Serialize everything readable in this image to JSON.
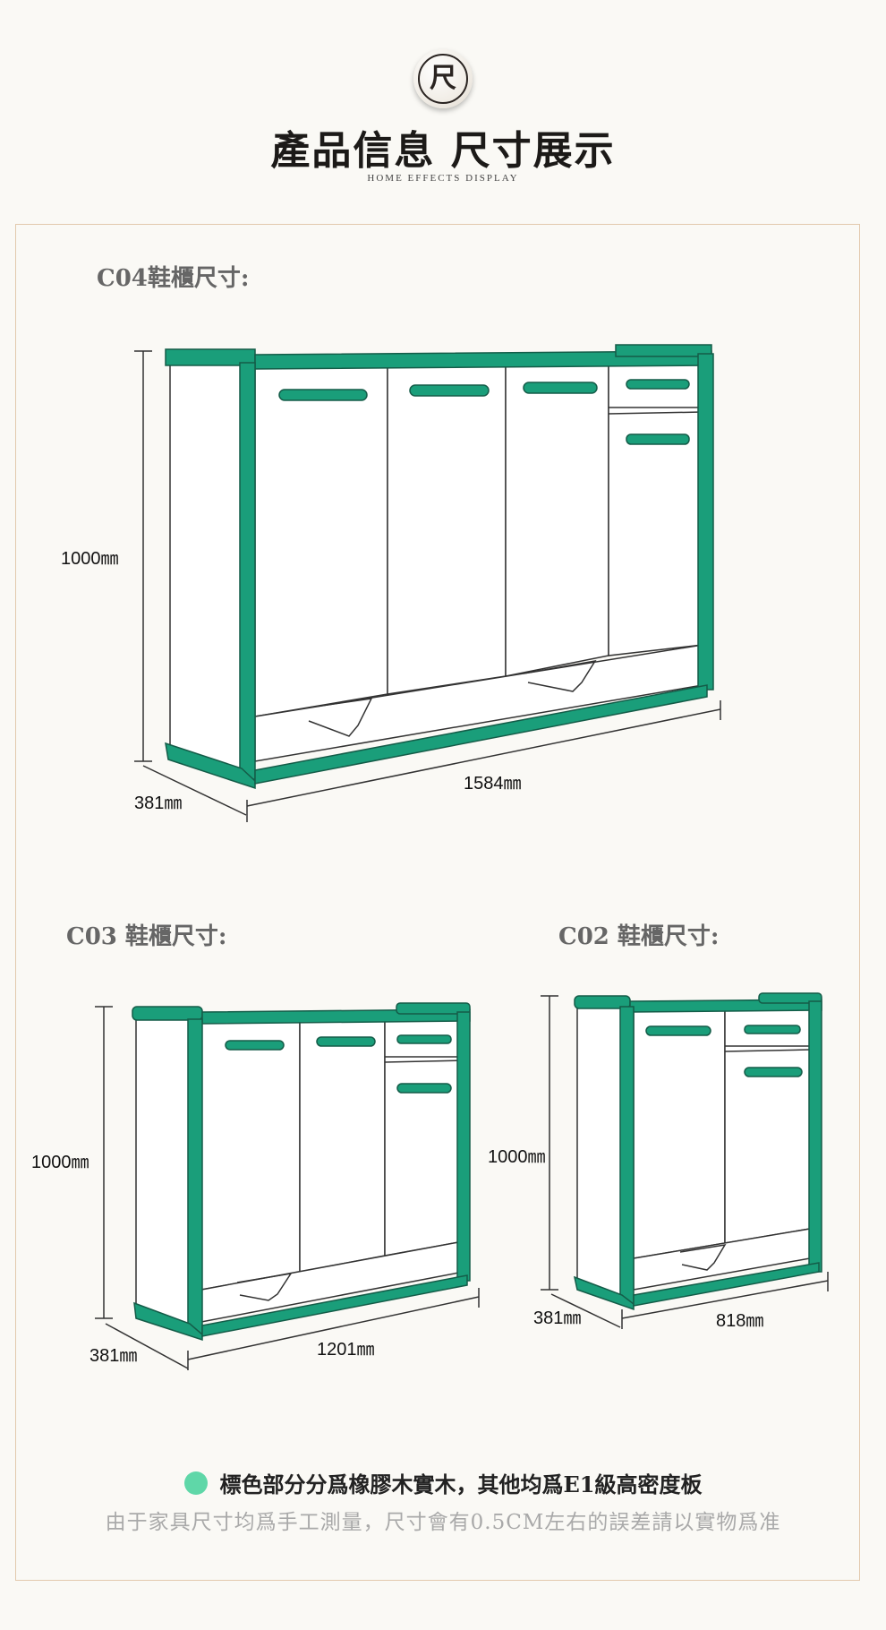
{
  "header": {
    "seal_char": "尺",
    "title": "產品信息 尺寸展示",
    "subtitle": "HOME EFFECTS DISPLAY"
  },
  "colors": {
    "accent": "#1a9e7a",
    "frame_border": "#e2c9ad",
    "note_dot": "#5fd7a8"
  },
  "sections": {
    "c04": {
      "title": "C04鞋櫃尺寸:",
      "height": "1000㎜",
      "depth": "381㎜",
      "width": "1584㎜"
    },
    "c03": {
      "title": "C03 鞋櫃尺寸:",
      "height": "1000㎜",
      "depth": "381㎜",
      "width": "1201㎜"
    },
    "c02": {
      "title": "C02 鞋櫃尺寸:",
      "height": "1000㎜",
      "depth": "381㎜",
      "width": "818㎜"
    }
  },
  "notes": {
    "legend": "標色部分分爲橡膠木實木，其他均爲E1級高密度板",
    "disclaimer": "由于家具尺寸均爲手工測量，尺寸會有0.5CM左右的誤差請以實物爲准"
  }
}
